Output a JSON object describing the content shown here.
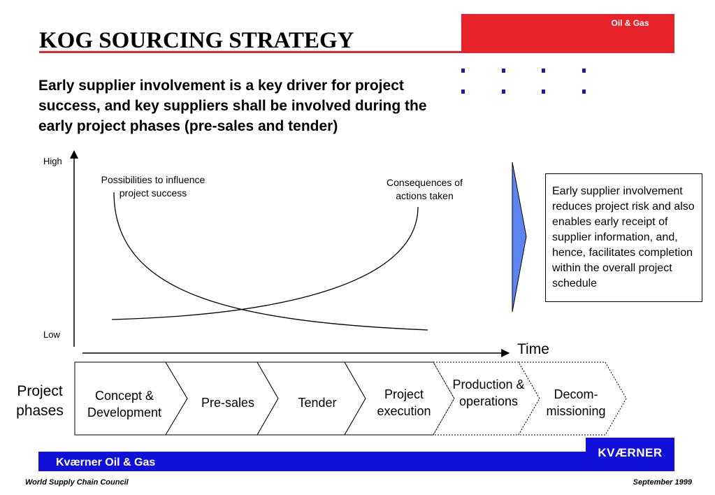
{
  "header": {
    "title": "KOG SOURCING STRATEGY",
    "banner": "Oil & Gas"
  },
  "subtitle": "Early supplier involvement is a key driver for project success, and key suppliers shall be involved during the early project phases (pre-sales and tender)",
  "chart": {
    "y_high": "High",
    "y_low": "Low",
    "x_label": "Time",
    "curve_influence_label": "Possibilities to influence project success",
    "curve_consequence_label": "Consequences of actions taken"
  },
  "note": "Early supplier involvement reduces project risk and also enables early receipt of supplier information, and, hence, facilitates completion within the overall project schedule",
  "phases": {
    "label": "Project phases",
    "items": [
      {
        "label": "Concept & Development"
      },
      {
        "label": "Pre-sales"
      },
      {
        "label": "Tender"
      },
      {
        "label": "Project execution"
      },
      {
        "label": "Production & operations"
      },
      {
        "label": "Decom-missioning"
      }
    ]
  },
  "footer": {
    "company": "Kværner Oil & Gas",
    "logo": "KVÆRNER",
    "left": "World Supply Chain Council",
    "right": "September 1999"
  },
  "colors": {
    "red": "#e8222b",
    "blue": "#1010d8",
    "arrow_fill": "#5b86f0"
  }
}
